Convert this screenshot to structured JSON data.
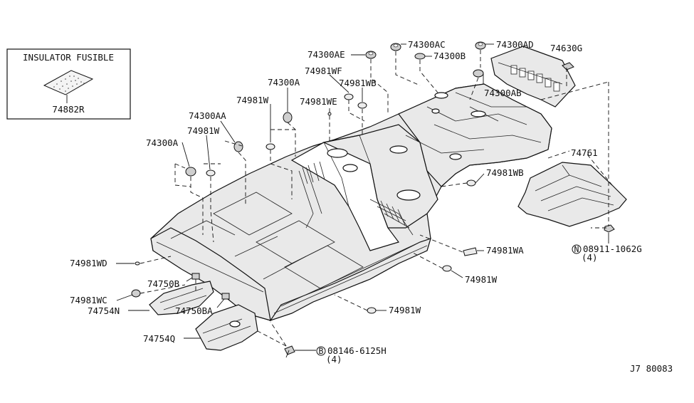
{
  "inset": {
    "title": "INSULATOR FUSIBLE",
    "part": "74882R"
  },
  "labels": {
    "p74300AE": "74300AE",
    "p74300AC": "74300AC",
    "p74300AD": "74300AD",
    "p74630G": "74630G",
    "p74300B": "74300B",
    "p74981WF": "74981WF",
    "p74300A_top": "74300A",
    "p74981WB_top": "74981WB",
    "p74981W_top": "74981W",
    "p74981WE": "74981WE",
    "p74300AB": "74300AB",
    "p74300AA": "74300AA",
    "p74981W_mid": "74981W",
    "p74300A_left": "74300A",
    "p74761": "74761",
    "p74981WB_right": "74981WB",
    "p74981WA": "74981WA",
    "p74981W_right": "74981W",
    "p74981W_bottom": "74981W",
    "p74981WD": "74981WD",
    "p74750B": "74750B",
    "p74981WC": "74981WC",
    "p74754N": "74754N",
    "p74750BA": "74750BA",
    "p74754Q": "74754Q",
    "bolt_n_code": "08911-1062G",
    "bolt_n_prefix": "N",
    "bolt_n_qty": "(4)",
    "bolt_b_code": "08146-6125H",
    "bolt_b_prefix": "B",
    "bolt_b_qty": "(4)"
  },
  "diagram_ref": "J7 80083"
}
